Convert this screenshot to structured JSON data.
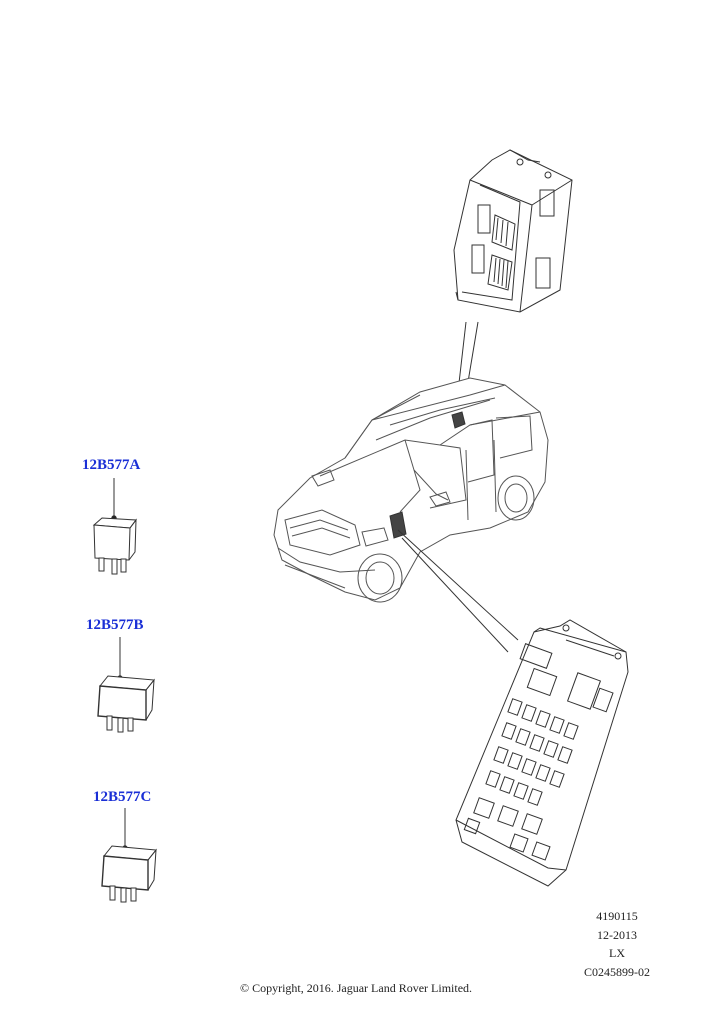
{
  "parts": [
    {
      "id": "a",
      "label": "12B577A"
    },
    {
      "id": "b",
      "label": "12B577B"
    },
    {
      "id": "c",
      "label": "12B577C"
    }
  ],
  "info": {
    "line1": "4190115",
    "line2": "12-2013",
    "line3": "LX",
    "line4": "C0245899-02"
  },
  "copyright": "© Copyright, 2016. Jaguar Land Rover Limited.",
  "colors": {
    "label_link": "#1a2fd6",
    "line_art": "#333333"
  }
}
